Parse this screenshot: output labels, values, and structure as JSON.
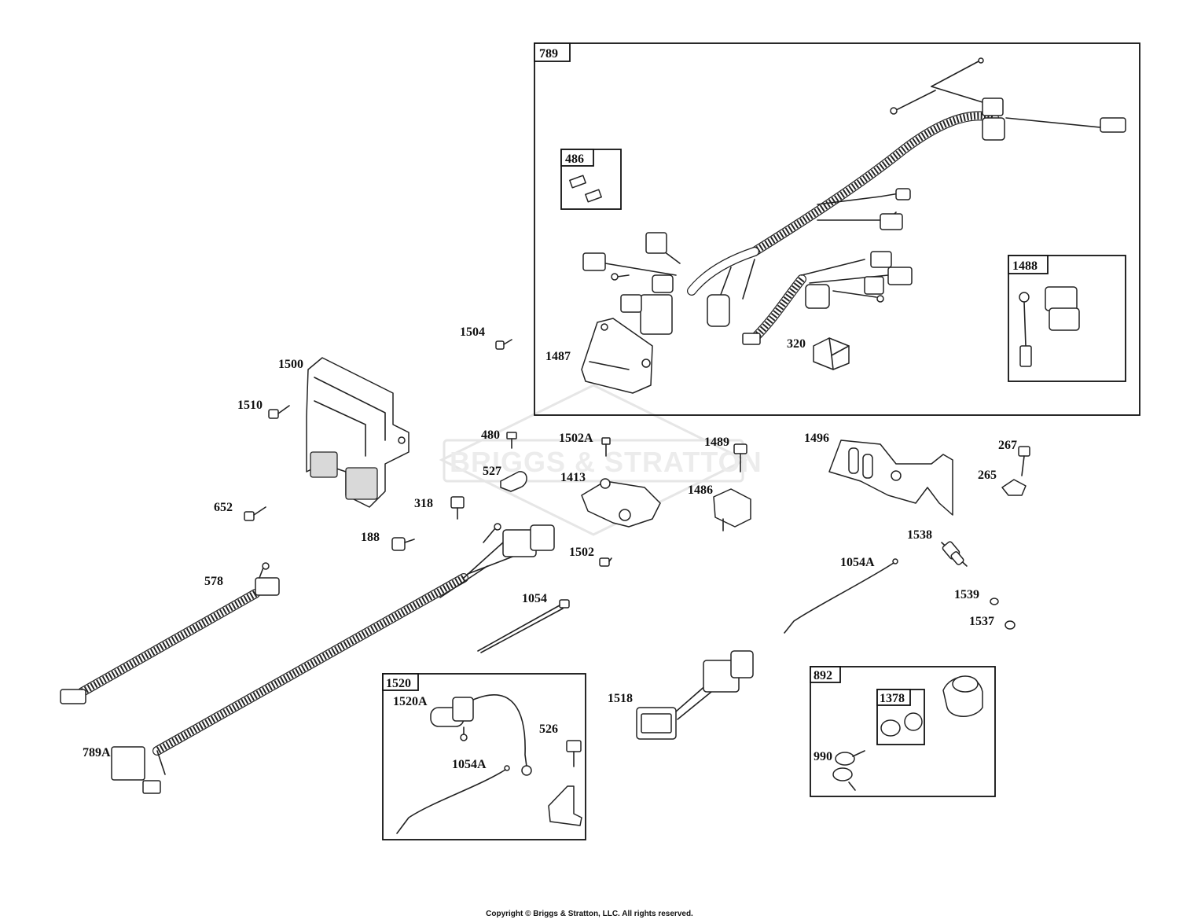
{
  "watermark": {
    "text": "BRIGGS & STRATTON"
  },
  "copyright": "Copyright © Briggs & Stratton, LLC. All rights reserved.",
  "callouts": {
    "c1504": "1504",
    "c1500": "1500",
    "c1510": "1510",
    "c652": "652",
    "c480": "480",
    "c1502A": "1502A",
    "c1489": "1489",
    "c527": "527",
    "c1413": "1413",
    "c1486": "1486",
    "c318": "318",
    "c188": "188",
    "c1502": "1502",
    "c578": "578",
    "c1054": "1054",
    "c789A": "789A",
    "c1496": "1496",
    "c267": "267",
    "c265": "265",
    "c1538": "1538",
    "c1054A_r": "1054A",
    "c1539": "1539",
    "c1537": "1537",
    "c1518": "1518",
    "c1487": "1487",
    "c320": "320",
    "c1520A": "1520A",
    "c526": "526",
    "c1054A_k": "1054A",
    "c990": "990"
  },
  "kits": {
    "k789": "789",
    "k486": "486",
    "k1488": "1488",
    "k1520": "1520",
    "k892": "892",
    "k1378": "1378"
  }
}
